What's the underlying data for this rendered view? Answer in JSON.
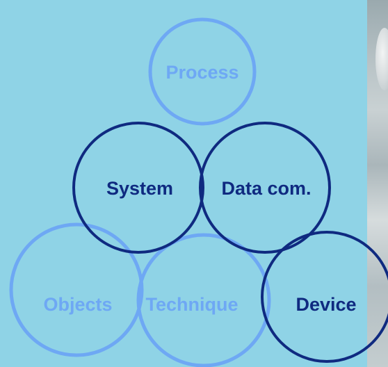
{
  "colors": {
    "background": "#8fd3e6",
    "faded": "#6ea8f4",
    "active": "#0f2a80"
  },
  "nodes": [
    {
      "id": "process",
      "label": "Process",
      "state": "faded"
    },
    {
      "id": "system",
      "label": "System",
      "state": "active"
    },
    {
      "id": "data-com",
      "label": "Data com.",
      "state": "active"
    },
    {
      "id": "objects",
      "label": "Objects",
      "state": "faded"
    },
    {
      "id": "technique",
      "label": "Technique",
      "state": "faded"
    },
    {
      "id": "device",
      "label": "Device",
      "state": "active"
    }
  ]
}
